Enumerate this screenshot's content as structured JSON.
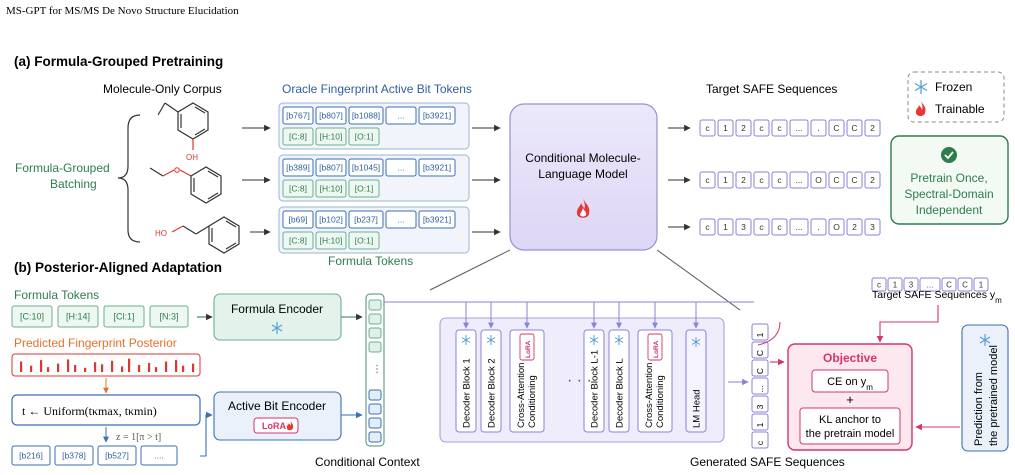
{
  "running_header": "MS-GPT for MS/MS De Novo Structure Elucidation",
  "legend": {
    "frozen_label": "Frozen",
    "trainable_label": "Trainable",
    "frozen_icon": "snowflake-icon",
    "trainable_icon": "flame-icon"
  },
  "pretrain_badge": {
    "line1": "Pretrain Once,",
    "line2": "Spectral-Domain",
    "line3": "Independent",
    "icon": "check-circle-icon"
  },
  "section_a": {
    "title": "(a)   Formula-Grouped Pretraining",
    "corpus_label": "Molecule-Only Corpus",
    "batching_line1": "Formula-Grouped",
    "batching_line2": "Batching",
    "oh_label": "OH",
    "ho_label": "HO",
    "fingerprint_label": "Oracle Fingerprint Active Bit Tokens",
    "formula_label": "Formula Tokens",
    "target_label": "Target SAFE Sequences",
    "model_line1": "Conditional Molecule-",
    "model_line2": "Language Model",
    "rows": [
      {
        "bits": [
          "[b767]",
          "[b807]",
          "[b1088]",
          "...",
          "[b3921]"
        ],
        "formula": [
          "[C:8]",
          "[H:10]",
          "[O:1]"
        ],
        "safe": [
          "c",
          "1",
          "2",
          "c",
          "c",
          "...",
          ".",
          "C",
          "C",
          "2"
        ]
      },
      {
        "bits": [
          "[b389]",
          "[b807]",
          "[b1045]",
          "...",
          "[b3921]"
        ],
        "formula": [
          "[C:8]",
          "[H:10]",
          "[O:1]"
        ],
        "safe": [
          "c",
          "1",
          "2",
          "c",
          "c",
          "...",
          "O",
          "C",
          "C",
          "2"
        ]
      },
      {
        "bits": [
          "[b69]",
          "[b102]",
          "[b237]",
          "...",
          "[b3921]"
        ],
        "formula": [
          "[C:8]",
          "[H:10]",
          "[O:1]"
        ],
        "safe": [
          "c",
          "1",
          "3",
          "c",
          "c",
          "...",
          ".",
          "O",
          "2",
          "3"
        ]
      }
    ]
  },
  "section_b": {
    "title": "(b)   Posterior-Aligned Adaptation",
    "formula_tokens_label": "Formula Tokens",
    "formula_tokens": [
      "[C:10]",
      "[H:14]",
      "[Cl:1]",
      "[N:3]"
    ],
    "predicted_label": "Predicted Fingerprint Posterior",
    "sampling_formula": "t ← Uniform(tκmax, tκmin)",
    "threshold_formula": "z = 1[π > t]",
    "sampled_bits": [
      "[b216]",
      "[b378]",
      "[b527]",
      "...."
    ],
    "formula_encoder": "Formula Encoder",
    "active_bit_encoder": "Active Bit Encoder",
    "lora_label": "LoRA",
    "conditional_context": "Conditional Context",
    "decoder_blocks": [
      "Decoder Block 1",
      "Decoder Block 2",
      "Cross-Attention Conditioning",
      "Decoder Block L-1",
      "Decoder Block L",
      "Cross-Attention Conditioning",
      "LM Head"
    ],
    "generated_label": "Generated SAFE Sequences",
    "generated_tokens": [
      "c",
      "1",
      "3",
      "...",
      "C",
      "C",
      "1"
    ],
    "target_tokens": [
      "c",
      "1",
      "3",
      "...",
      "C",
      "C",
      "1"
    ],
    "target_label": "Target SAFE Sequences y",
    "target_subscript": "m",
    "objective_title": "Objective",
    "ce_label": "CE on y",
    "ce_subscript": "m",
    "plus": "+",
    "kl_line1": "KL anchor to",
    "kl_line2": "the pretrain model",
    "pretrained_line1": "Prediction from",
    "pretrained_line2": "the pretrained model"
  },
  "colors": {
    "blue": "#2f5f9e",
    "green": "#2e7d4f",
    "orange": "#e8702a",
    "red": "#d83a2f",
    "pink": "#d6336c",
    "purple": "#6a5acd"
  }
}
